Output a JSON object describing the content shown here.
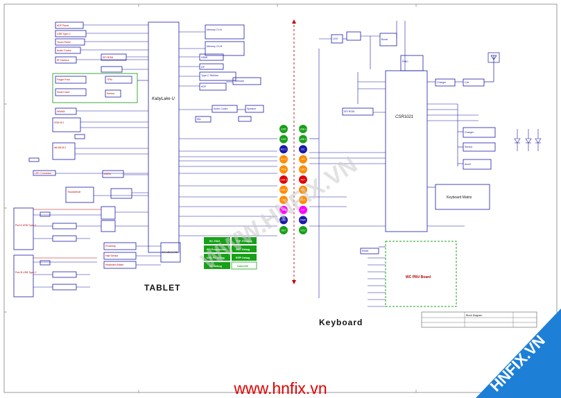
{
  "captions": {
    "tablet": "TABLET",
    "keyboard": "Keyboard"
  },
  "chips": {
    "cpu": "KabyLake U",
    "csr": "CSR1021",
    "ec": "EC MEC1705",
    "wc_board": "WC PRU Board",
    "keyboard_matrix": "Keyboard Matrix"
  },
  "debug_blocks": [
    "EC JTAG",
    "TDP JTDebug",
    "SPI Programmer",
    "GMT Debug",
    "USB PD Debug",
    "ESPI Debug",
    "I2C Debug",
    "Com Cell"
  ],
  "left_connectors": [
    "Port A USB Type C",
    "Port B USB Type C"
  ],
  "ball_labels": [
    "EDR",
    "EXR",
    "M.2 1",
    "M.2 2",
    "PCIe",
    "USB 3",
    "USB 2",
    "I2C",
    "SPI",
    "GND",
    "RST",
    "DAT",
    "CLK",
    "INT",
    "PWR",
    "VCC"
  ],
  "watermark": {
    "diagonal": "WWW.HNFIX.VN",
    "corner": "HNFIX.VN",
    "footer": "www.hnfix.vn"
  },
  "title_block": "Block Diagram"
}
